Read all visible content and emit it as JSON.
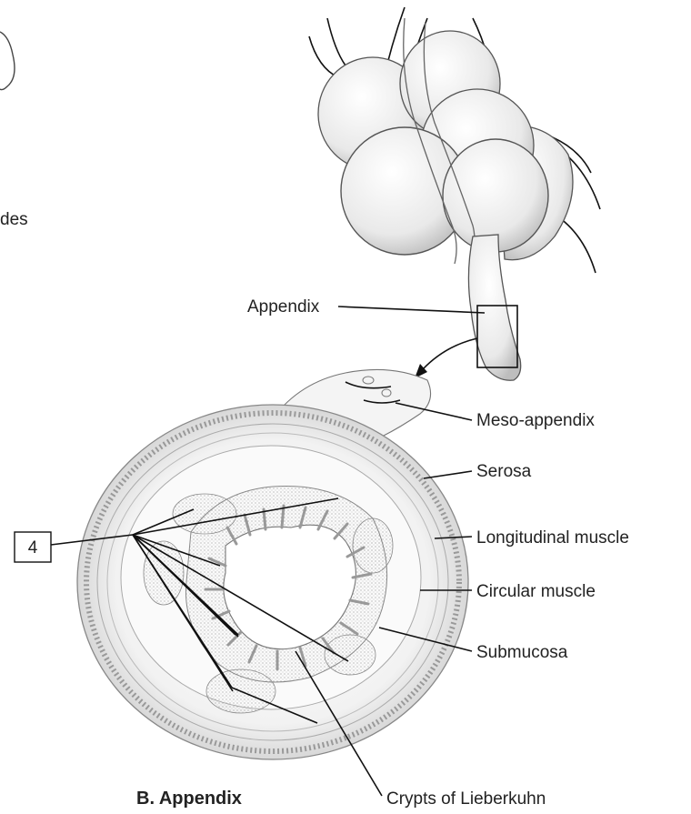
{
  "partial_text": {
    "fragment": "des"
  },
  "labels": {
    "appendix": "Appendix",
    "meso_appendix": "Meso-appendix",
    "serosa": "Serosa",
    "longitudinal_muscle": "Longitudinal muscle",
    "circular_muscle": "Circular muscle",
    "submucosa": "Submucosa",
    "crypts": "Crypts of Lieberkuhn"
  },
  "callout": {
    "number": "4"
  },
  "caption": "B. Appendix"
}
